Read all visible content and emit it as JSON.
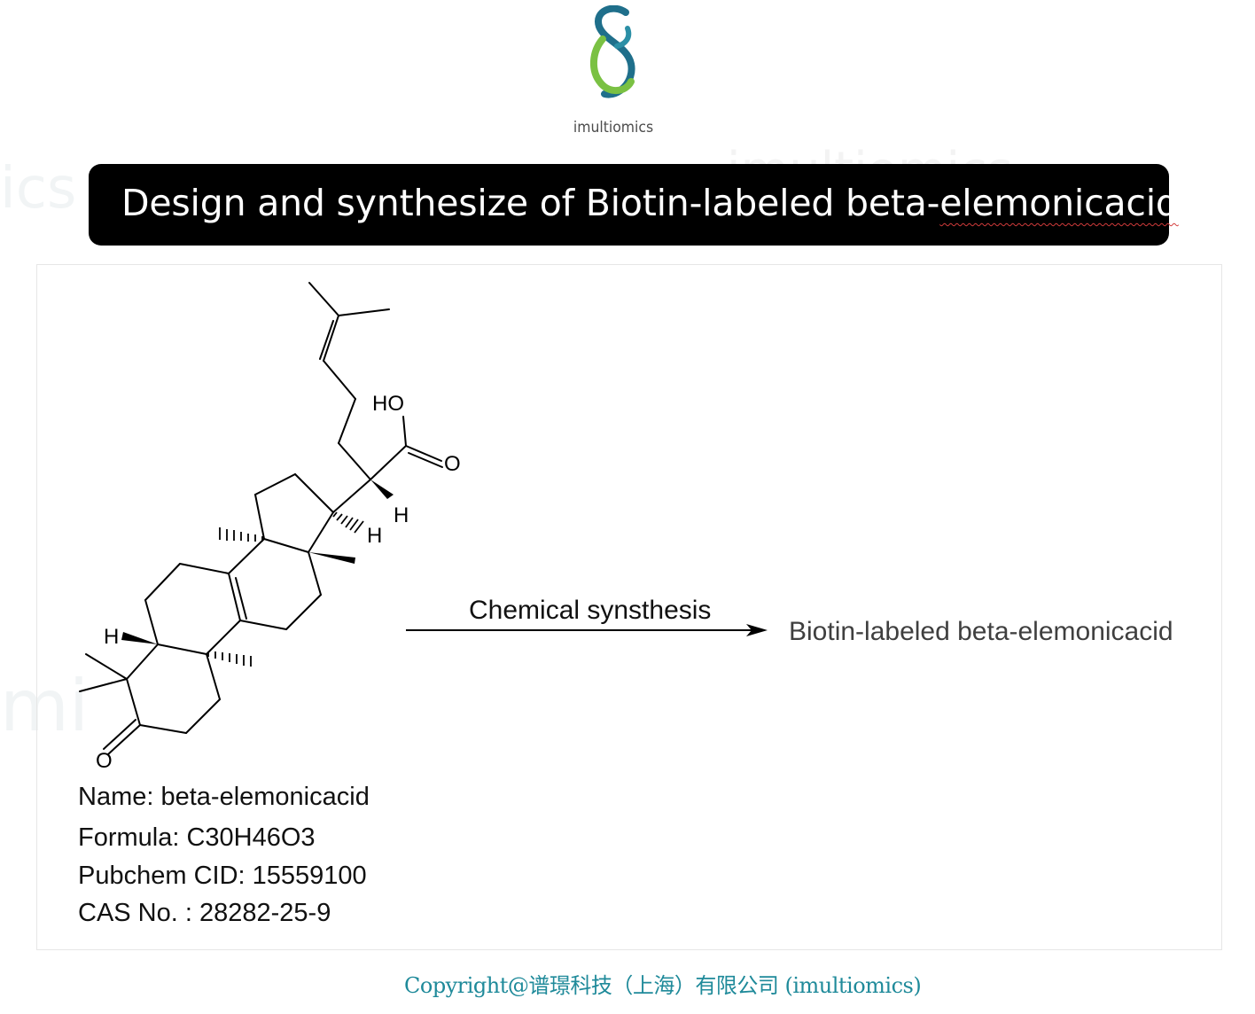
{
  "logo": {
    "brand": "imultiomics"
  },
  "title": {
    "prefix": "Design and synthesize of Biotin-labeled beta-",
    "suffix": "elemonicacid"
  },
  "molecule": {
    "atom_labels": [
      "HO",
      "O",
      "H",
      "H",
      "H",
      "O"
    ]
  },
  "compound": {
    "name_line": "Name: beta-elemonicacid",
    "formula_line": "Formula: C30H46O3",
    "pubchem_line": "Pubchem CID: 15559100",
    "cas_line": "CAS No. : 28282-25-9"
  },
  "reaction": {
    "arrow_label": "Chemical synsthesis",
    "product": "Biotin-labeled beta-elemonicacid"
  },
  "footer": {
    "copyright": "Copyright@谱璟科技（上海）有限公司 (imultiomics)"
  },
  "colors": {
    "logo_teal": "#1f6f8b",
    "logo_green": "#7ac143",
    "copyright": "#1f8a9a",
    "title_bg": "#000000"
  }
}
